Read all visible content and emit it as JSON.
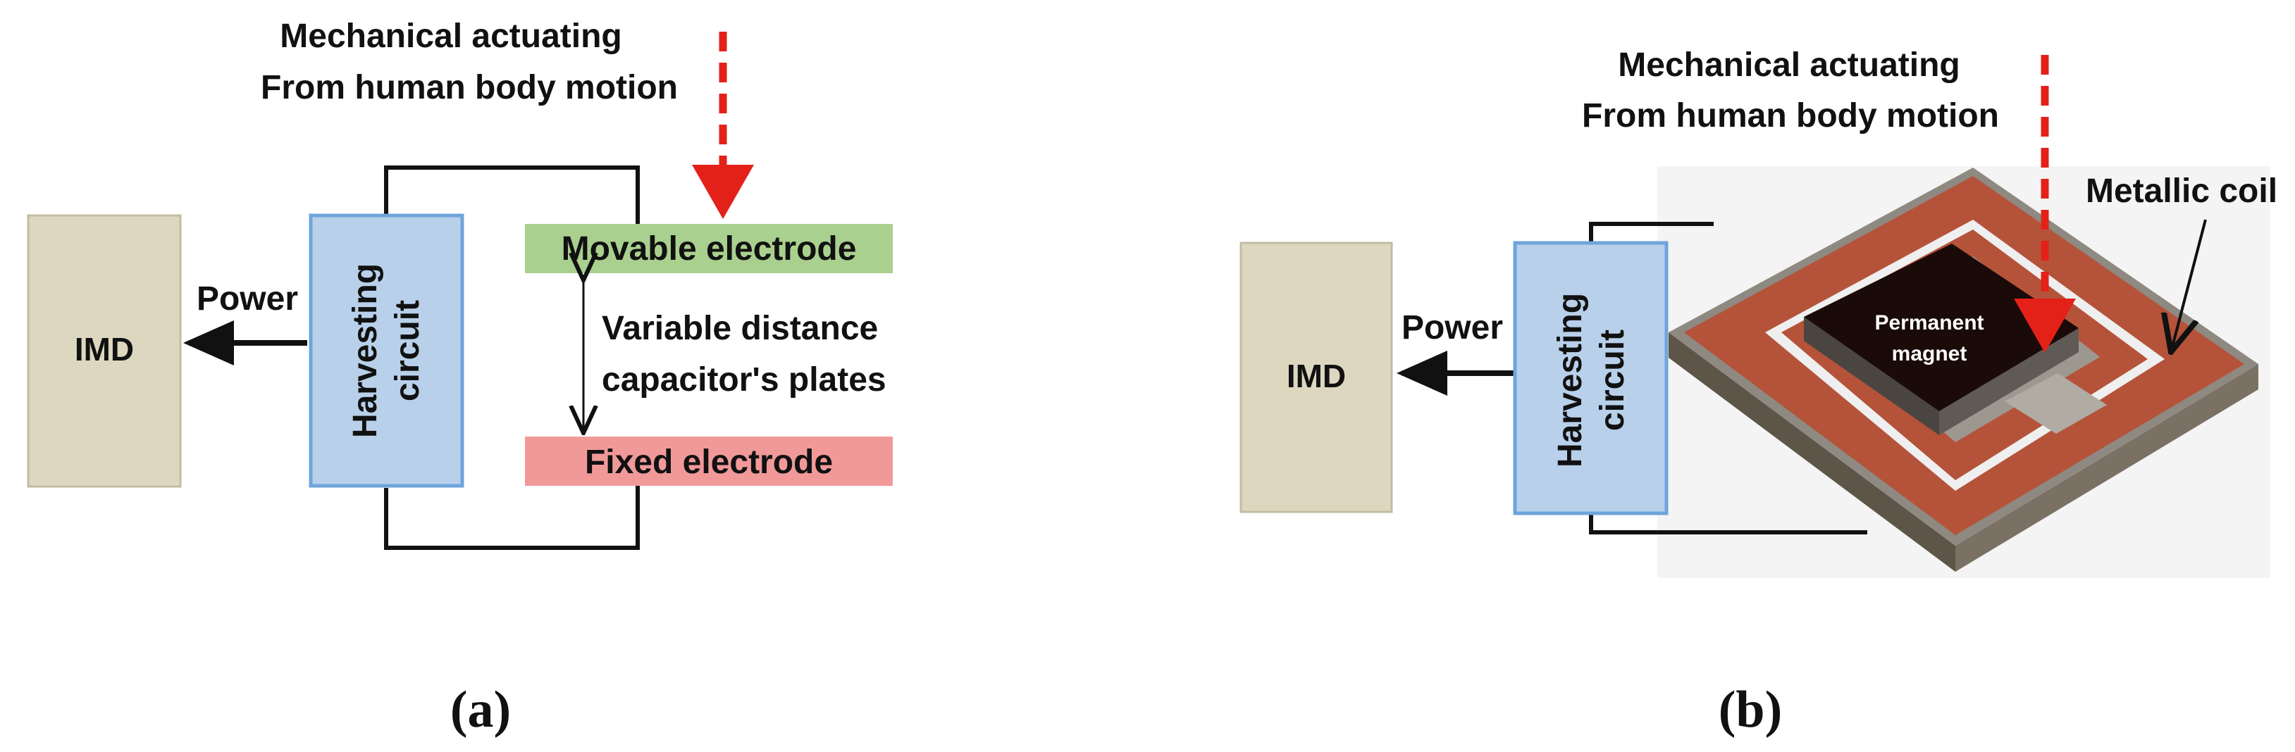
{
  "panel_a": {
    "actuation_line1": "Mechanical actuating",
    "actuation_line2": "From human body motion",
    "imd_label": "IMD",
    "power_label": "Power",
    "harvesting_label_line1": "Harvesting",
    "harvesting_label_line2": "circuit",
    "movable_electrode": "Movable electrode",
    "fixed_electrode": "Fixed electrode",
    "variable_line1": "Variable distance",
    "variable_line2": "capacitor's plates",
    "caption": "(a)"
  },
  "panel_b": {
    "actuation_line1": "Mechanical actuating",
    "actuation_line2": "From human body motion",
    "imd_label": "IMD",
    "power_label": "Power",
    "harvesting_label_line1": "Harvesting",
    "harvesting_label_line2": "circuit",
    "coil_label": "Metallic coil",
    "magnet_line1": "Permanent",
    "magnet_line2": "magnet",
    "caption": "(b)"
  },
  "colors": {
    "imd_box": "#ddd7c0",
    "harvesting_box": "#b8d0ea",
    "harvesting_border": "#6fa4dc",
    "movable_electrode": "#a9d08e",
    "fixed_electrode": "#f19999",
    "actuation_arrow": "#e32119",
    "coil": "#b5533a",
    "magnet": "#1a0a08"
  }
}
